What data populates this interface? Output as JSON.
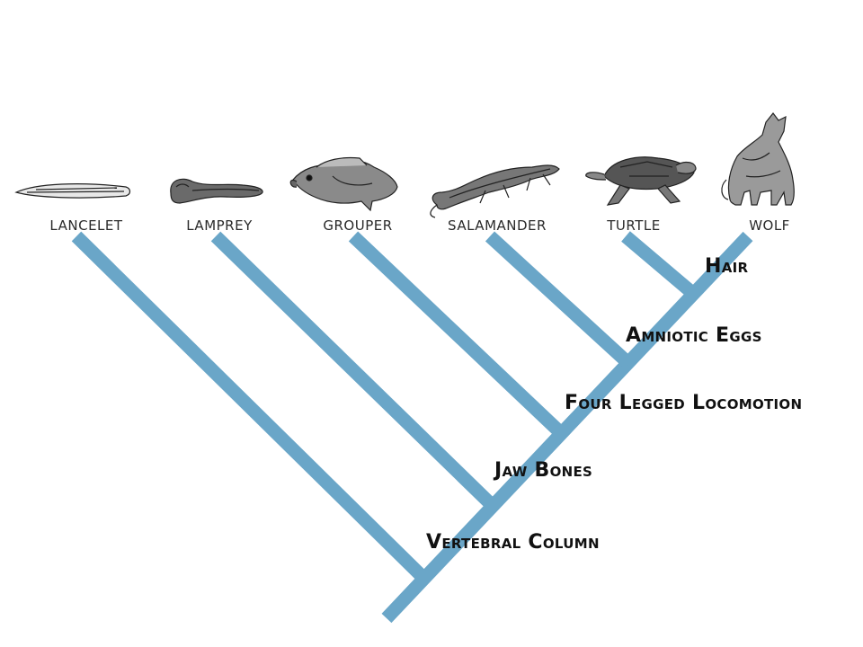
{
  "colors": {
    "branch": "#6aa6c8",
    "ink": "#222222",
    "background": "#ffffff"
  },
  "taxa": [
    {
      "id": "lancelet",
      "label": "LANCELET",
      "icon": "lancelet-icon"
    },
    {
      "id": "lamprey",
      "label": "LAMPREY",
      "icon": "lamprey-icon"
    },
    {
      "id": "grouper",
      "label": "GROUPER",
      "icon": "grouper-icon"
    },
    {
      "id": "salamander",
      "label": "SALAMANDER",
      "icon": "salamander-icon"
    },
    {
      "id": "turtle",
      "label": "TURTLE",
      "icon": "turtle-icon"
    },
    {
      "id": "wolf",
      "label": "WOLF",
      "icon": "wolf-icon"
    }
  ],
  "traits": [
    {
      "id": "vertebral-column",
      "label": "Vertebral Column"
    },
    {
      "id": "jaw-bones",
      "label": "Jaw Bones"
    },
    {
      "id": "four-legged-locomotion",
      "label": "Four Legged Locomotion"
    },
    {
      "id": "amniotic-eggs",
      "label": "Amniotic Eggs"
    },
    {
      "id": "hair",
      "label": "Hair"
    }
  ]
}
